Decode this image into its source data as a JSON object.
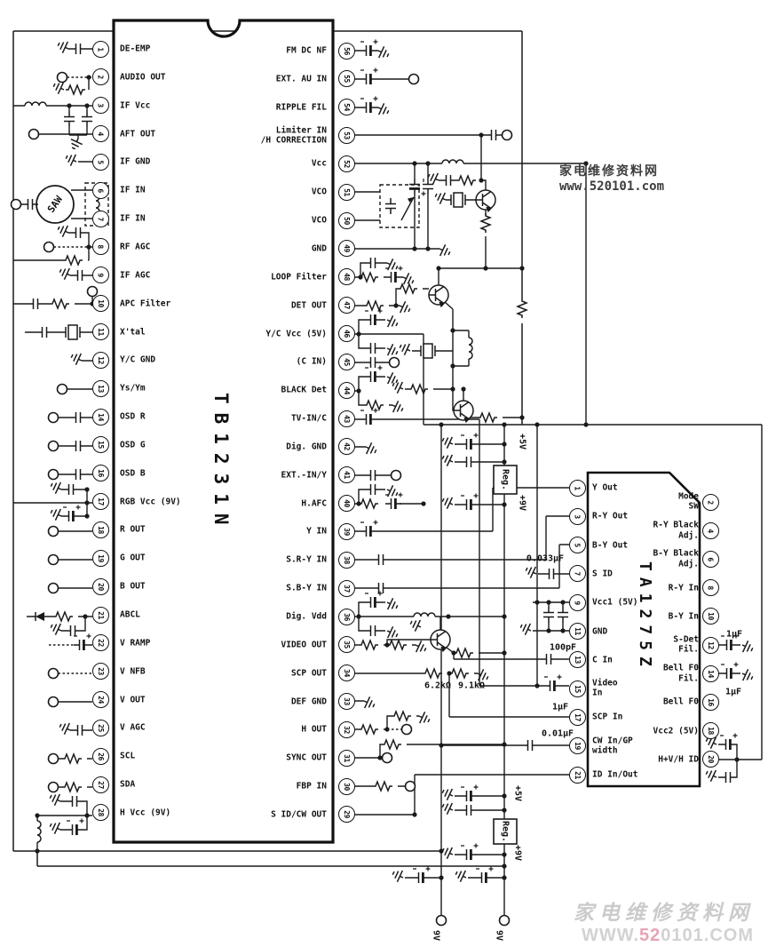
{
  "ic_left": {
    "name": "TB1231N",
    "left_pins": [
      {
        "num": "1",
        "label": "DE-EMP"
      },
      {
        "num": "2",
        "label": "AUDIO OUT"
      },
      {
        "num": "3",
        "label": "IF Vcc"
      },
      {
        "num": "4",
        "label": "AFT OUT"
      },
      {
        "num": "5",
        "label": "IF GND"
      },
      {
        "num": "6",
        "label": "IF IN"
      },
      {
        "num": "7",
        "label": "IF IN"
      },
      {
        "num": "8",
        "label": "RF AGC"
      },
      {
        "num": "9",
        "label": "IF AGC"
      },
      {
        "num": "10",
        "label": "APC Filter"
      },
      {
        "num": "11",
        "label": "X'tal"
      },
      {
        "num": "12",
        "label": "Y/C GND"
      },
      {
        "num": "13",
        "label": "Ys/Ym"
      },
      {
        "num": "14",
        "label": "OSD R"
      },
      {
        "num": "15",
        "label": "OSD G"
      },
      {
        "num": "16",
        "label": "OSD B"
      },
      {
        "num": "17",
        "label": "RGB Vcc (9V)"
      },
      {
        "num": "18",
        "label": "R OUT"
      },
      {
        "num": "19",
        "label": "G OUT"
      },
      {
        "num": "20",
        "label": "B OUT"
      },
      {
        "num": "21",
        "label": "ABCL"
      },
      {
        "num": "22",
        "label": "V RAMP"
      },
      {
        "num": "23",
        "label": "V NFB"
      },
      {
        "num": "24",
        "label": "V OUT"
      },
      {
        "num": "25",
        "label": "V AGC"
      },
      {
        "num": "26",
        "label": "SCL"
      },
      {
        "num": "27",
        "label": "SDA"
      },
      {
        "num": "28",
        "label": "H Vcc (9V)"
      }
    ],
    "right_pins": [
      {
        "num": "56",
        "label": "FM DC NF"
      },
      {
        "num": "55",
        "label": "EXT. AU IN"
      },
      {
        "num": "54",
        "label": "RIPPLE FIL"
      },
      {
        "num": "53",
        "label": "Limiter IN\n/H CORRECTION"
      },
      {
        "num": "52",
        "label": "Vcc"
      },
      {
        "num": "51",
        "label": "VCO"
      },
      {
        "num": "50",
        "label": "VCO"
      },
      {
        "num": "49",
        "label": "GND"
      },
      {
        "num": "48",
        "label": "LOOP Filter"
      },
      {
        "num": "47",
        "label": "DET OUT"
      },
      {
        "num": "46",
        "label": "Y/C Vcc (5V)"
      },
      {
        "num": "45",
        "label": "(C IN)"
      },
      {
        "num": "44",
        "label": "BLACK Det"
      },
      {
        "num": "43",
        "label": "TV-IN/C"
      },
      {
        "num": "42",
        "label": "Dig. GND"
      },
      {
        "num": "41",
        "label": "EXT.-IN/Y"
      },
      {
        "num": "40",
        "label": "H.AFC"
      },
      {
        "num": "39",
        "label": "Y IN"
      },
      {
        "num": "38",
        "label": "S.R-Y IN"
      },
      {
        "num": "37",
        "label": "S.B-Y IN"
      },
      {
        "num": "36",
        "label": "Dig. Vdd"
      },
      {
        "num": "35",
        "label": "VIDEO OUT"
      },
      {
        "num": "34",
        "label": "SCP OUT"
      },
      {
        "num": "33",
        "label": "DEF GND"
      },
      {
        "num": "32",
        "label": "H OUT"
      },
      {
        "num": "31",
        "label": "SYNC OUT"
      },
      {
        "num": "30",
        "label": "FBP IN"
      },
      {
        "num": "29",
        "label": "S ID/CW OUT"
      }
    ]
  },
  "ic_right": {
    "name": "TA1275Z",
    "left_pins": [
      {
        "num": "1",
        "label": "Y Out"
      },
      {
        "num": "3",
        "label": "R-Y Out"
      },
      {
        "num": "5",
        "label": "B-Y Out"
      },
      {
        "num": "7",
        "label": "S ID"
      },
      {
        "num": "9",
        "label": "Vcc1 (5V)"
      },
      {
        "num": "11",
        "label": "GND"
      },
      {
        "num": "13",
        "label": "C In"
      },
      {
        "num": "15",
        "label": "Video\nIn"
      },
      {
        "num": "17",
        "label": "SCP In"
      },
      {
        "num": "19",
        "label": "CW In/GP\nwidth"
      },
      {
        "num": "21",
        "label": "ID In/Out"
      }
    ],
    "right_pins": [
      {
        "num": "2",
        "label": "Mode\nSW"
      },
      {
        "num": "4",
        "label": "R-Y Black\nAdj."
      },
      {
        "num": "6",
        "label": "B-Y Black\nAdj."
      },
      {
        "num": "8",
        "label": "R-Y In"
      },
      {
        "num": "10",
        "label": "B-Y In"
      },
      {
        "num": "12",
        "label": "S-Det\nFil."
      },
      {
        "num": "14",
        "label": "Bell F0\nFil."
      },
      {
        "num": "16",
        "label": "Bell F0"
      },
      {
        "num": "18",
        "label": "Vcc2 (5V)"
      },
      {
        "num": "20",
        "label": "H+V/H ID"
      }
    ]
  },
  "component_values": [
    "0.033μF",
    "100pF",
    "1μF",
    "0.01μF",
    "1μF",
    "1μF",
    "6.2kΩ",
    "9.1kΩ"
  ],
  "power": {
    "rail_5v": "+5V",
    "rail_9v": "+9V",
    "reg_label": "Reg.",
    "supply_terminals": [
      "9V",
      "9V"
    ]
  },
  "misc_labels": {
    "saw_filter": "SAW"
  },
  "watermarks": {
    "top": {
      "line1": "家电维修资料网",
      "line2": "www.520101.com"
    },
    "bottom": {
      "line1": "家电维修资料网",
      "line2_prefix": "WWW.",
      "line2_highlight": "52",
      "line2_suffix": "0101.COM"
    }
  },
  "colors": {
    "line": "#1a1a1a",
    "watermark_top": "#3d3d3d",
    "watermark_bottom": "#cbcbcb",
    "watermark_accent": "#e6a4b4"
  }
}
